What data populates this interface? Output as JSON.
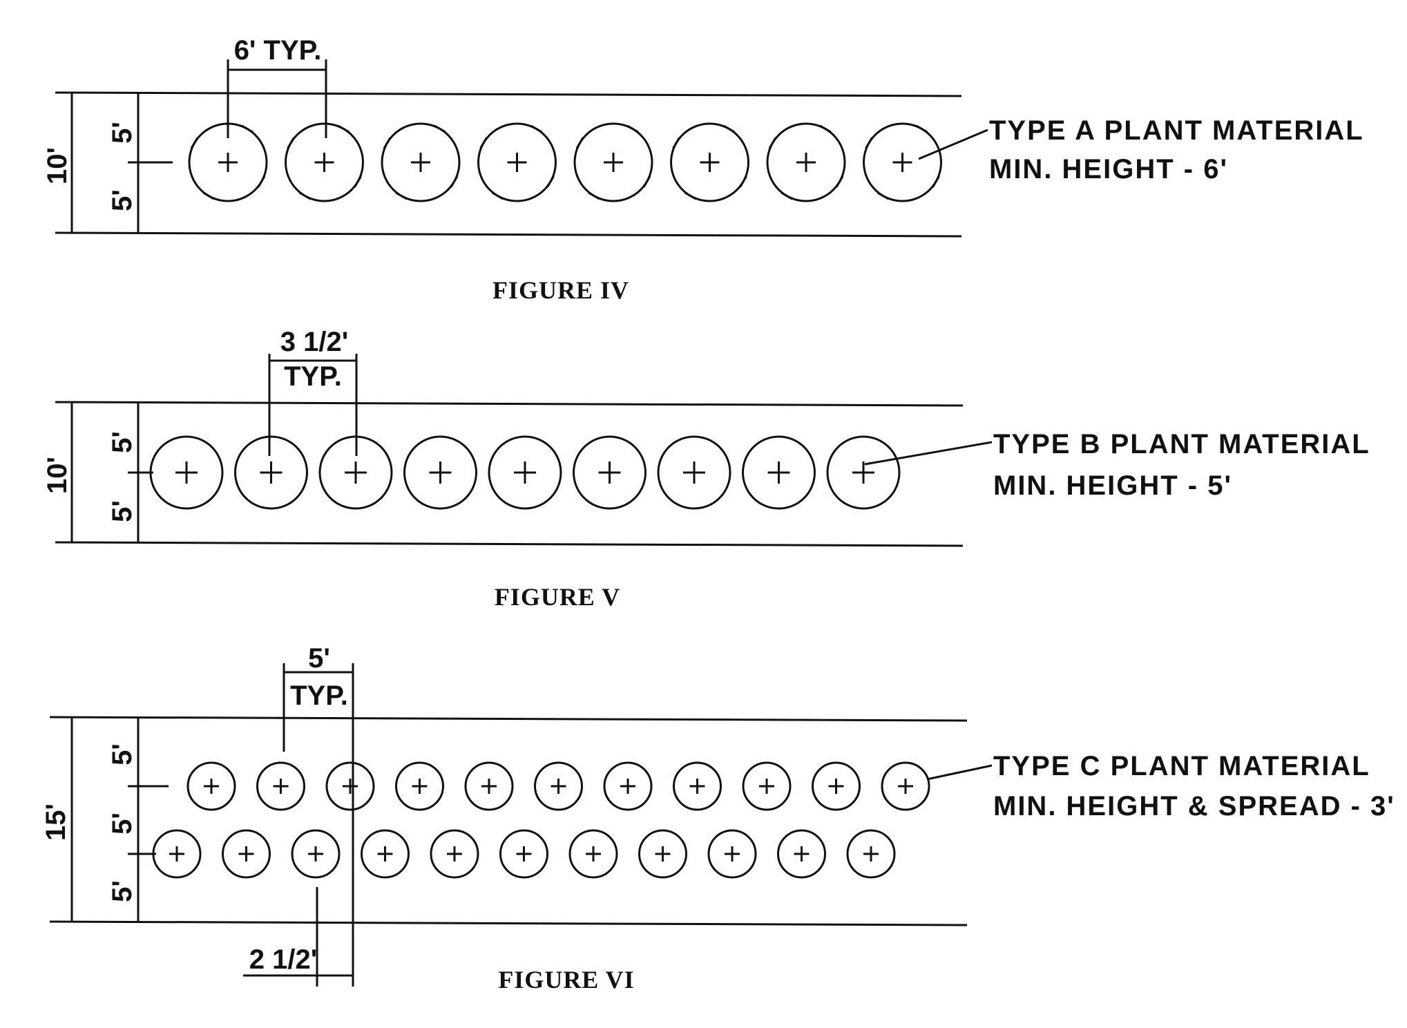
{
  "figures": [
    {
      "caption": "FIGURE IV",
      "width_label": "10'",
      "half_labels": [
        "5'",
        "5'"
      ],
      "spacing_label": "6' TYP.",
      "material_lines": [
        "TYPE  A  PLANT  MATERIAL",
        "MIN.  HEIGHT  -  6'"
      ],
      "plants_per_row": [
        8
      ]
    },
    {
      "caption": "FIGURE V",
      "width_label": "10'",
      "half_labels": [
        "5'",
        "5'"
      ],
      "spacing_label": "3 1/2'",
      "spacing_sub": "TYP.",
      "material_lines": [
        "TYPE  B  PLANT  MATERIAL",
        "MIN.  HEIGHT  -  5'"
      ],
      "plants_per_row": [
        9
      ]
    },
    {
      "caption": "FIGURE VI",
      "width_label": "15'",
      "half_labels": [
        "5'",
        "5'",
        "5'"
      ],
      "spacing_label": "5'",
      "spacing_sub": "TYP.",
      "offset_label": "2 1/2'",
      "material_lines": [
        "TYPE  C  PLANT  MATERIAL",
        "MIN.  HEIGHT  &  SPREAD - 3'"
      ],
      "plants_per_row": [
        11,
        11
      ]
    }
  ]
}
